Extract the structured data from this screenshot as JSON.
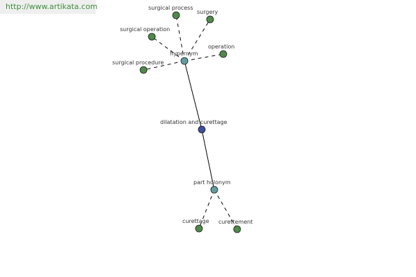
{
  "url_text": "http://www.artikata.com",
  "colors": {
    "leaf": "#4f8a4a",
    "hub": "#5f9ea0",
    "center": "#3f4fa0",
    "url": "#3e8e3e"
  },
  "nodes": {
    "center": {
      "label": "dilatation and curettage",
      "kind": "center"
    },
    "hypernym": {
      "label": "hypernym",
      "kind": "hub"
    },
    "part_holonym": {
      "label": "part holonym",
      "kind": "hub"
    },
    "surgical_process": {
      "label": "surgical process",
      "kind": "leaf"
    },
    "surgery": {
      "label": "surgery",
      "kind": "leaf"
    },
    "surgical_operation": {
      "label": "surgical operation",
      "kind": "leaf"
    },
    "operation": {
      "label": "operation",
      "kind": "leaf"
    },
    "surgical_procedure": {
      "label": "surgical procedure",
      "kind": "leaf"
    },
    "curettage": {
      "label": "curettage",
      "kind": "leaf"
    },
    "curettement": {
      "label": "curettement",
      "kind": "leaf"
    }
  },
  "edges": [
    {
      "from": "center",
      "to": "hypernym",
      "style": "solid"
    },
    {
      "from": "center",
      "to": "part_holonym",
      "style": "solid"
    },
    {
      "from": "hypernym",
      "to": "surgical_process",
      "style": "dashed"
    },
    {
      "from": "hypernym",
      "to": "surgery",
      "style": "dashed"
    },
    {
      "from": "hypernym",
      "to": "surgical_operation",
      "style": "dashed"
    },
    {
      "from": "hypernym",
      "to": "operation",
      "style": "dashed"
    },
    {
      "from": "hypernym",
      "to": "surgical_procedure",
      "style": "dashed"
    },
    {
      "from": "part_holonym",
      "to": "curettage",
      "style": "dashed"
    },
    {
      "from": "part_holonym",
      "to": "curettement",
      "style": "dashed"
    }
  ]
}
